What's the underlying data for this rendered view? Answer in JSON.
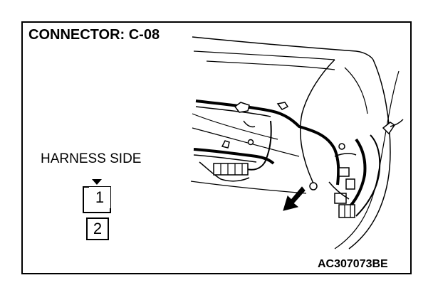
{
  "diagram": {
    "title": "CONNECTOR: C-08",
    "harness_label": "HARNESS SIDE",
    "pins": [
      "1",
      "2"
    ],
    "figure_code": "AC307073BE"
  }
}
